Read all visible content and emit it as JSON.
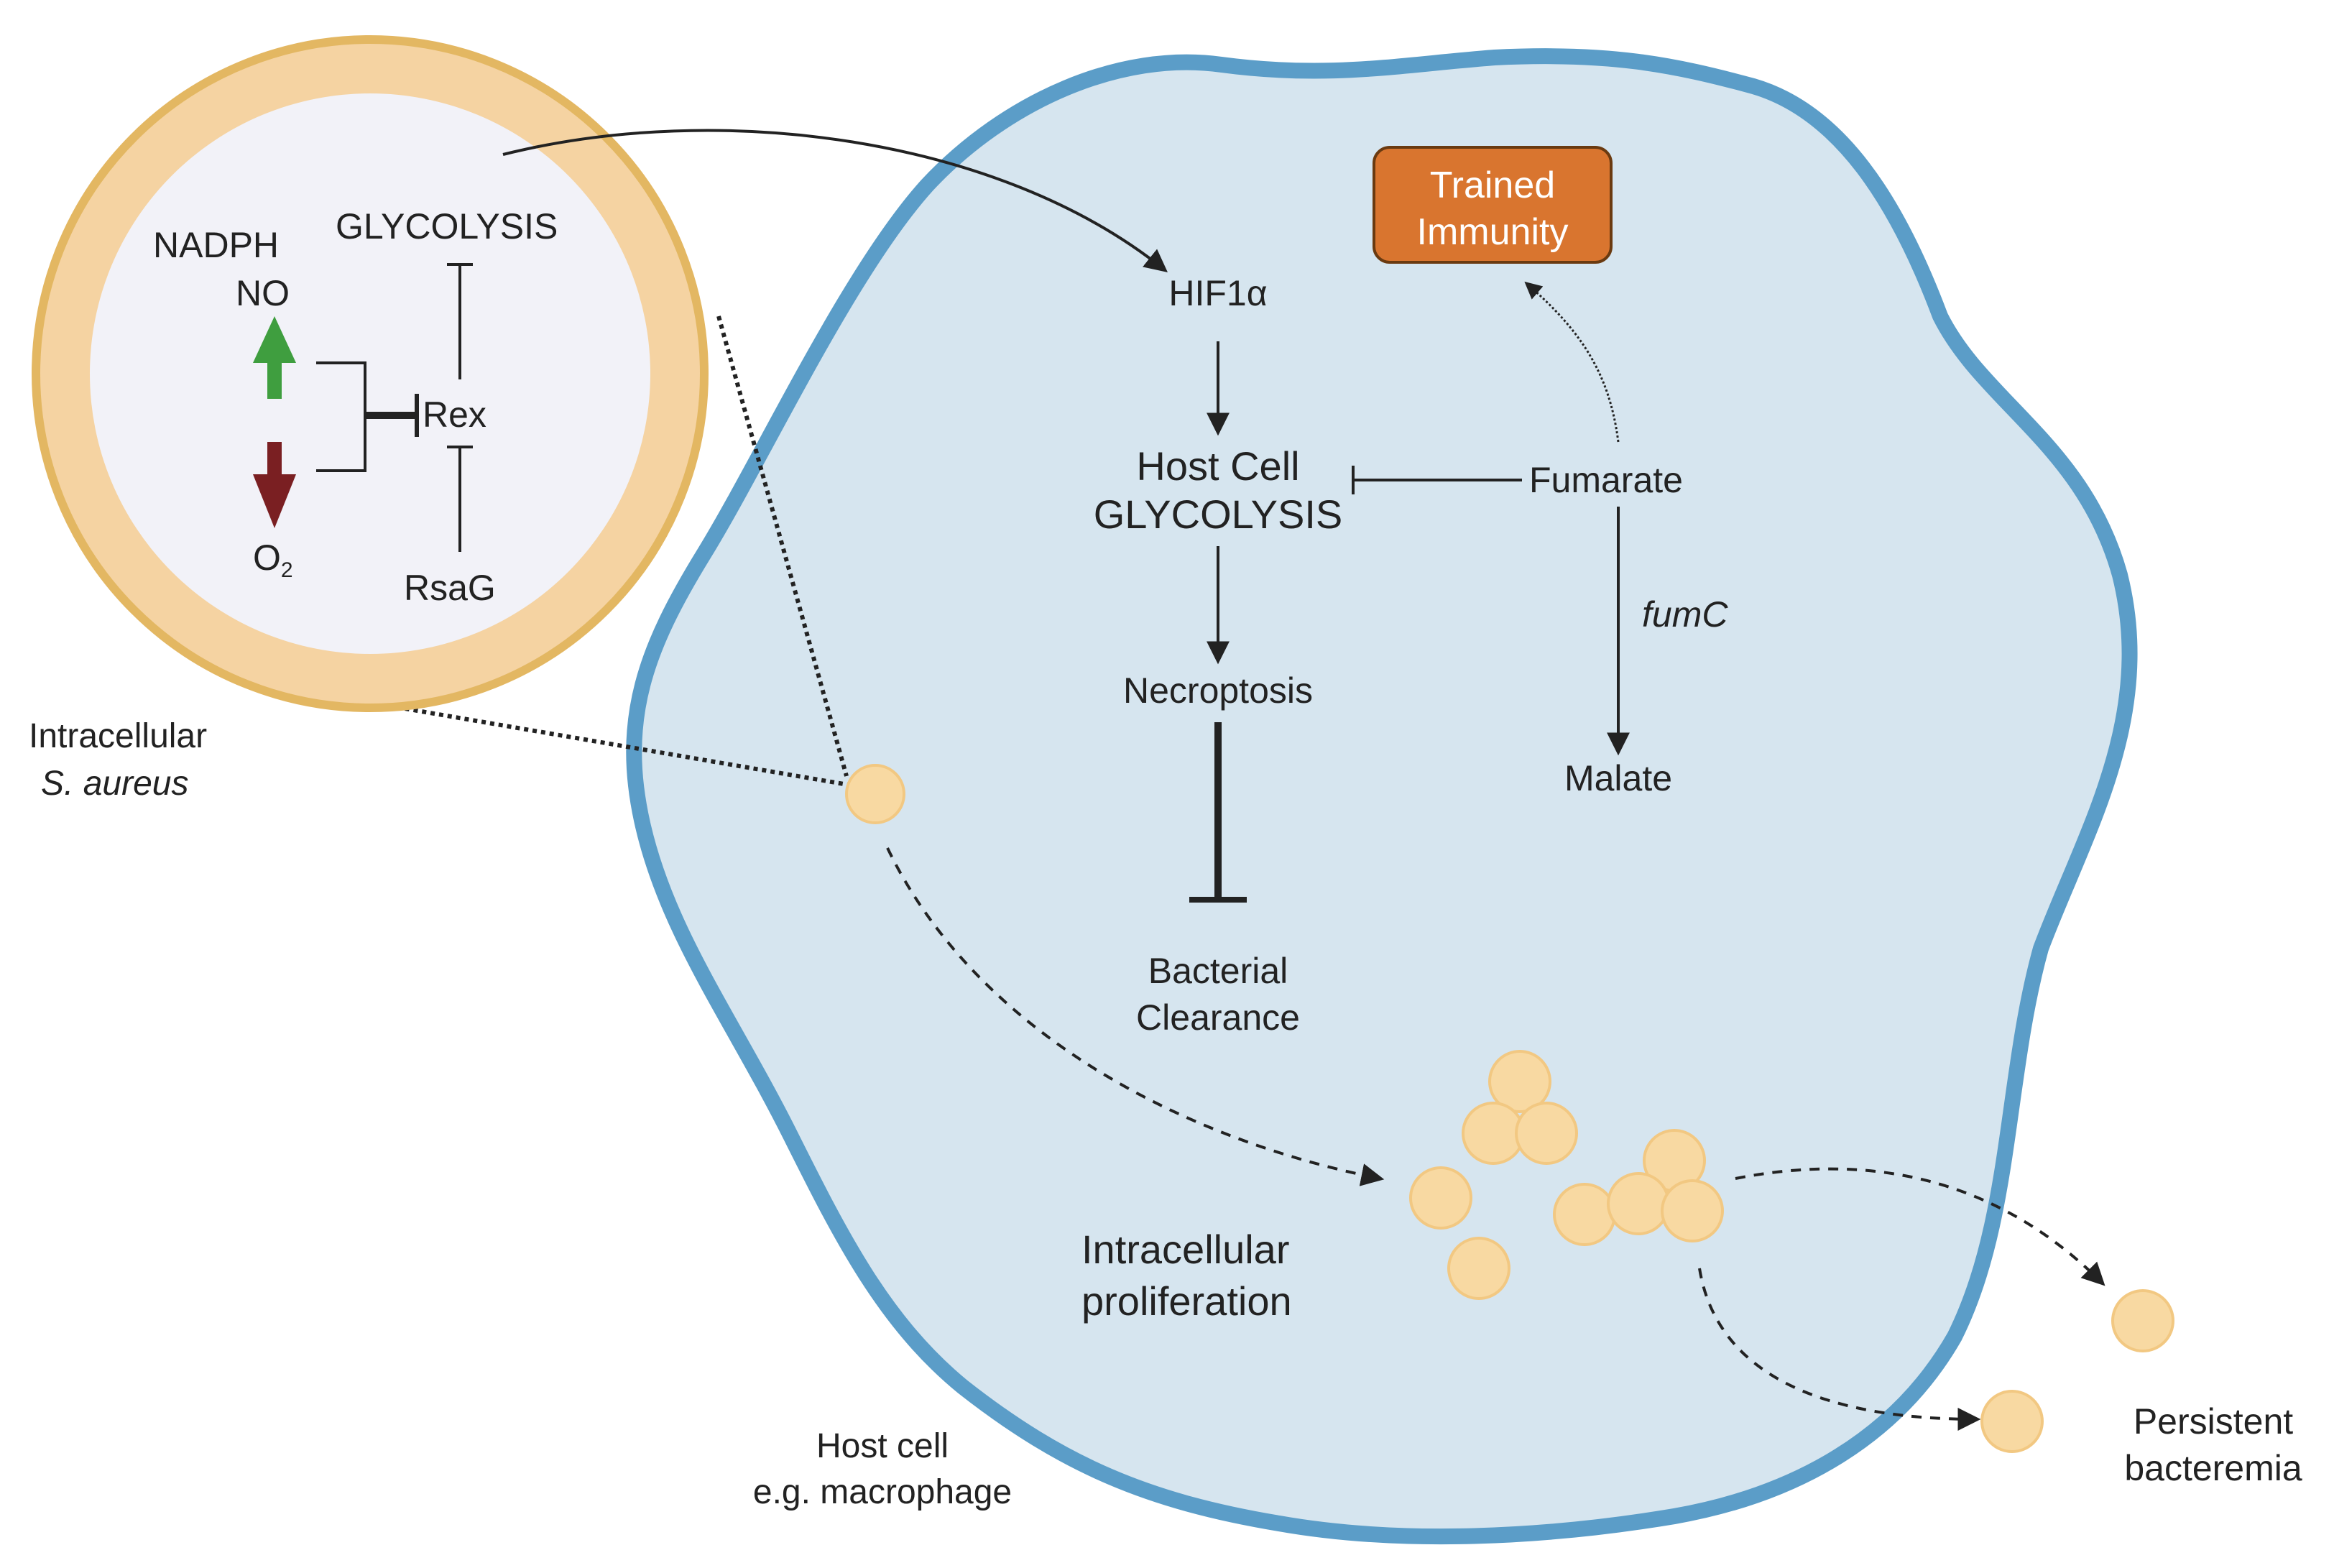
{
  "colors": {
    "cell_fill": "#d6e5ef",
    "cell_border": "#5b9dc8",
    "bacterium_ring": "#e9c88a",
    "bacterium_inner": "#f2f2f8",
    "bacterium_small": "#f8d9a2",
    "trained_immunity_box": "#d9752f",
    "up_arrow": "#3f9e3f",
    "down_arrow": "#7a1f22"
  },
  "zoom": {
    "nadph": "NADPH",
    "no": "NO",
    "glycolysis": "GLYCOLYSIS",
    "rex": "Rex",
    "rsag": "RsaG",
    "o2_main": "O",
    "o2_sub": "2"
  },
  "labels": {
    "intracellular_line1": "Intracellular",
    "intracellular_line2": "S. aureus",
    "host_cell_line1": "Host cell",
    "host_cell_line2": "e.g. macrophage",
    "proliferation_line1": "Intracellular",
    "proliferation_line2": "proliferation",
    "persistent_line1": "Persistent",
    "persistent_line2": "bacteremia"
  },
  "pathway": {
    "hif1a": "HIF1α",
    "host_cell_line1": "Host Cell",
    "host_cell_line2": "GLYCOLYSIS",
    "necroptosis": "Necroptosis",
    "clearance_line1": "Bacterial",
    "clearance_line2": "Clearance",
    "fumarate": "Fumarate",
    "fumc": "fumC",
    "malate": "Malate",
    "trained_line1": "Trained",
    "trained_line2": "Immunity"
  }
}
